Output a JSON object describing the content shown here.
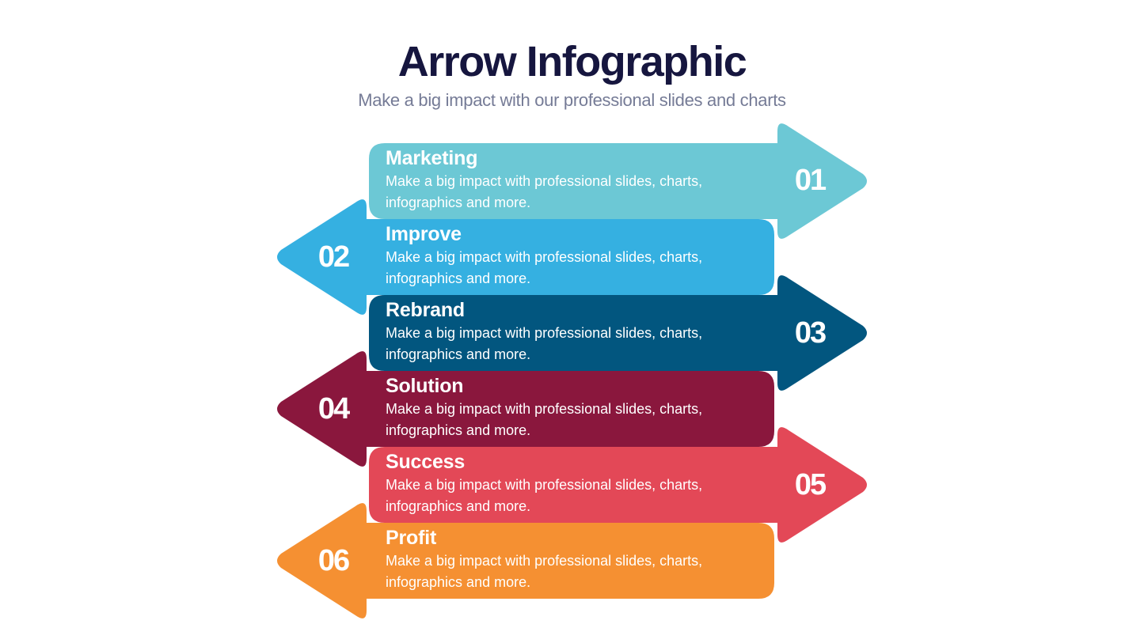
{
  "header": {
    "title": "Arrow Infographic",
    "subtitle": "Make a big impact with our professional slides and charts"
  },
  "steps": [
    {
      "number": "01",
      "title": "Marketing",
      "description": "Make a big impact with professional slides, charts, infographics and more.",
      "direction": "right",
      "color": "#6cc8d5"
    },
    {
      "number": "02",
      "title": "Improve",
      "description": "Make a big impact with professional slides, charts, infographics and more.",
      "direction": "left",
      "color": "#35b0e1"
    },
    {
      "number": "03",
      "title": "Rebrand",
      "description": "Make a big impact with professional slides, charts, infographics and more.",
      "direction": "right",
      "color": "#02567f"
    },
    {
      "number": "04",
      "title": "Solution",
      "description": "Make a big impact with professional slides, charts, infographics and more.",
      "direction": "left",
      "color": "#8a173d"
    },
    {
      "number": "05",
      "title": "Success",
      "description": "Make a big impact with professional slides, charts, infographics and more.",
      "direction": "right",
      "color": "#e34857"
    },
    {
      "number": "06",
      "title": "Profit",
      "description": "Make a big impact with professional slides, charts, infographics and more.",
      "direction": "left",
      "color": "#f59032"
    }
  ]
}
